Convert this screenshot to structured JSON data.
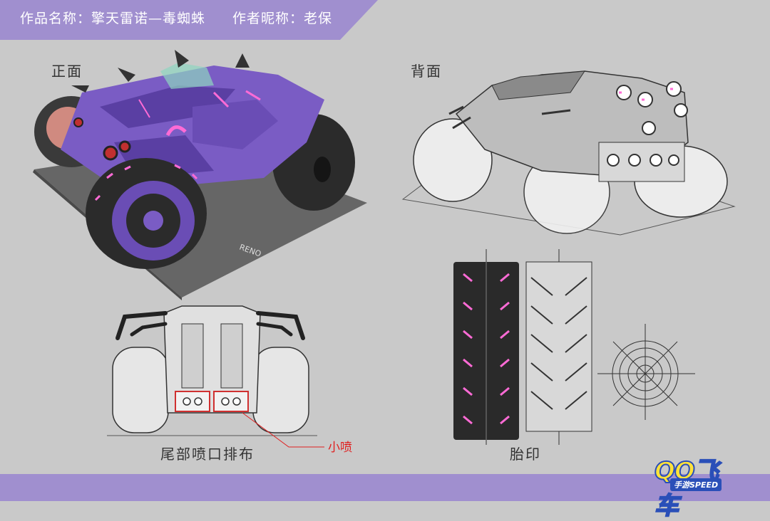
{
  "header": {
    "work_name": "作品名称：擎天雷诺—毒蜘蛛",
    "author": "作者昵称：老保"
  },
  "labels": {
    "front": "正面",
    "back": "背面",
    "rear_nozzle": "尾部喷口排布",
    "small_spray": "小喷",
    "tire_print": "胎印"
  },
  "platform_brand": "RENO",
  "logo": {
    "main": "QQ飞车",
    "sub": "手游SPEED"
  },
  "colors": {
    "band": "#a08fcf",
    "background": "#c9c9c9",
    "car_purple": "#7a5cc4",
    "glow_pink": "#ff6bd6",
    "callout_red": "#e02020"
  }
}
